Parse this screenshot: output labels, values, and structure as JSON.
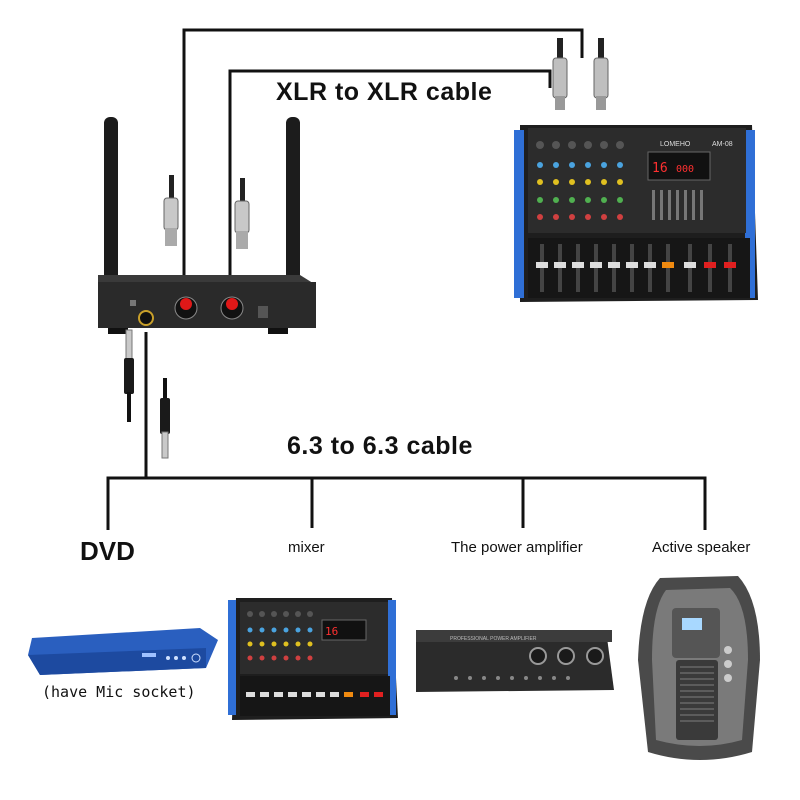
{
  "labels": {
    "xlr_cable": "XLR to XLR cable",
    "quarter_inch_cable": "6.3 to 6.3 cable",
    "destinations": {
      "dvd": "DVD",
      "dvd_note": "(have Mic socket)",
      "mixer": "mixer",
      "power_amplifier": "The power amplifier",
      "active_speaker": "Active speaker"
    }
  },
  "device_markings": {
    "mixer_brand": "LOMEHO",
    "mixer_model": "AM-08",
    "mixer_display": "16",
    "amp_panel_text": "PROFESSIONAL POWER AMPLIFIER"
  },
  "colors": {
    "line": "#111111",
    "accent_blue": "#2f6fd6",
    "red_jack": "#e01818",
    "device_dark": "#2a2a2a"
  }
}
